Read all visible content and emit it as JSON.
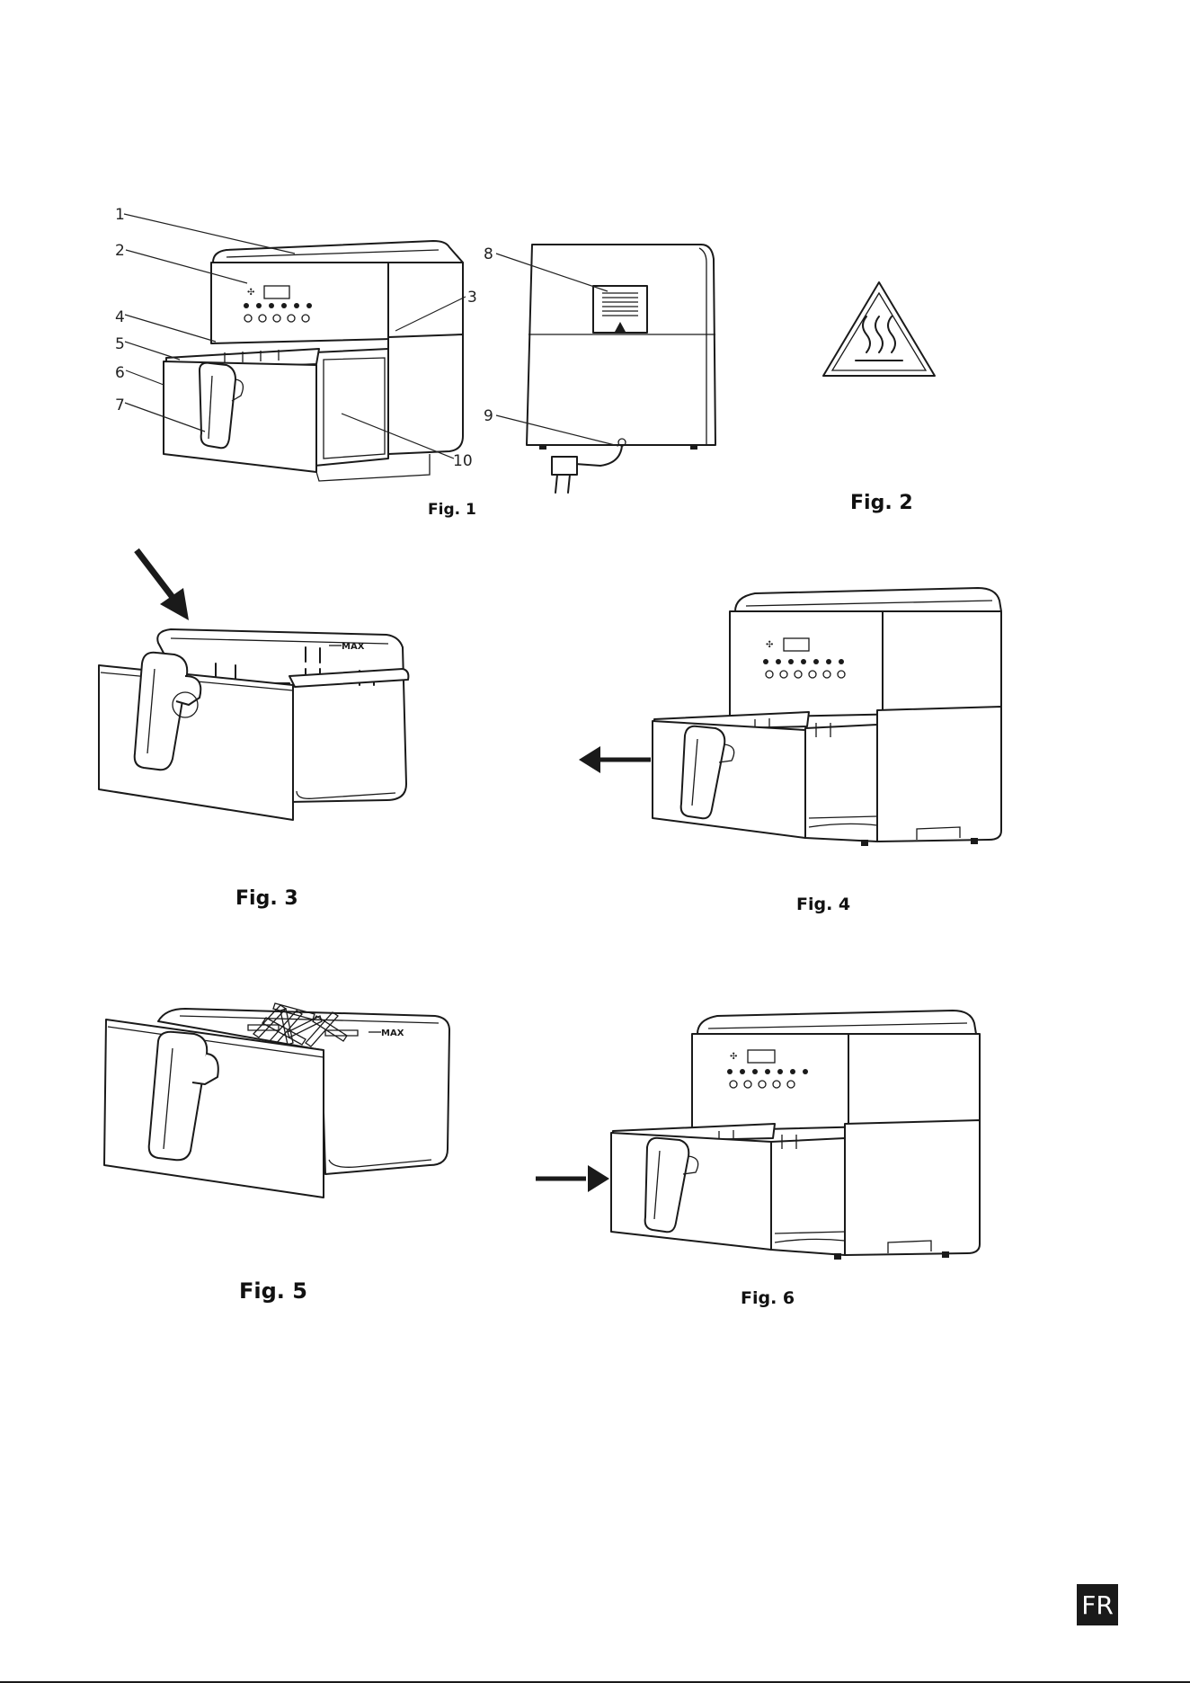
{
  "figures": {
    "fig1": "Fig. 1",
    "fig2": "Fig. 2",
    "fig3": "Fig. 3",
    "fig4": "Fig. 4",
    "fig5": "Fig. 5",
    "fig6": "Fig. 6"
  },
  "callouts": [
    "1",
    "2",
    "3",
    "4",
    "5",
    "6",
    "7",
    "8",
    "9",
    "10"
  ],
  "max_mark": "MAX",
  "lang_badge": "FR"
}
